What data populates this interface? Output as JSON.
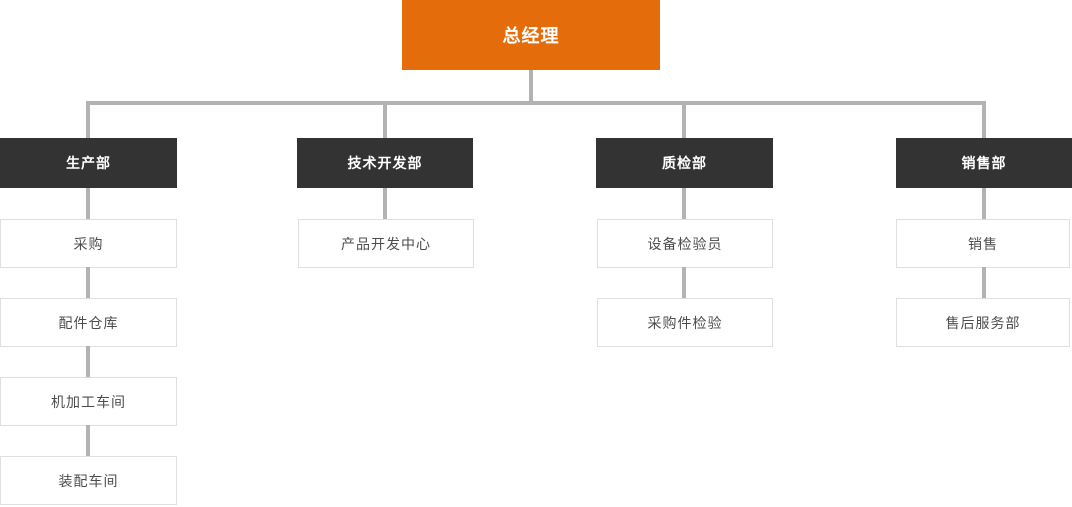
{
  "colors": {
    "root_bg": "#E56C0A",
    "dept_bg": "#333333",
    "connector": "#B3B3B3",
    "node_border": "#DFDFDF",
    "node_text": "#4D4D4D",
    "root_text": "#FFFFFF",
    "dept_text": "#FFFFFF"
  },
  "root": {
    "label": "总经理"
  },
  "departments": [
    {
      "label": "生产部",
      "children": [
        "采购",
        "配件仓库",
        "机加工车间",
        "装配车间"
      ]
    },
    {
      "label": "技术开发部",
      "children": [
        "产品开发中心"
      ]
    },
    {
      "label": "质检部",
      "children": [
        "设备检验员",
        "采购件检验"
      ]
    },
    {
      "label": "销售部",
      "children": [
        "销售",
        "售后服务部"
      ]
    }
  ]
}
